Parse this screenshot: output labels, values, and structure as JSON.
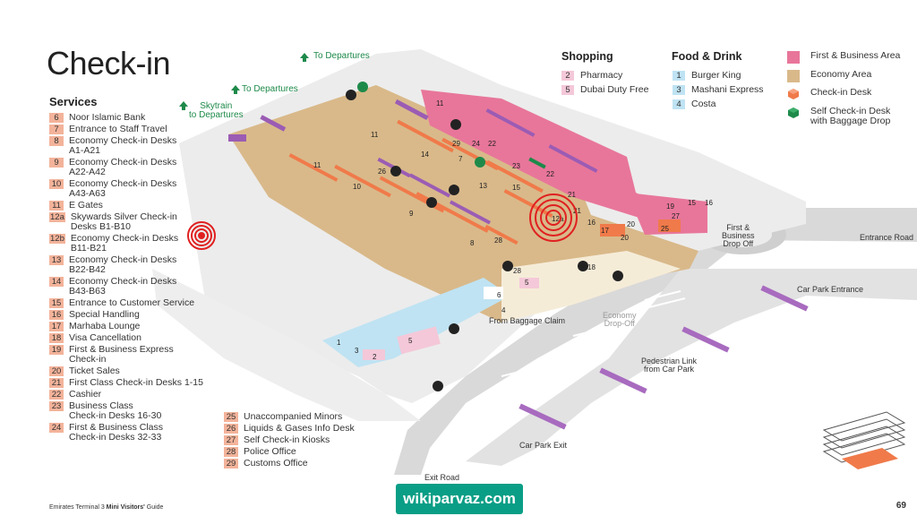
{
  "page_title": "Check-in",
  "services_heading": "Services",
  "services_col1": [
    {
      "num": "6",
      "label": "Noor Islamic Bank"
    },
    {
      "num": "7",
      "label": "Entrance to Staff Travel"
    },
    {
      "num": "8",
      "label": "Economy Check-in Desks\nA1-A21"
    },
    {
      "num": "9",
      "label": "Economy Check-in Desks\nA22-A42"
    },
    {
      "num": "10",
      "label": "Economy Check-in Desks\nA43-A63"
    },
    {
      "num": "11",
      "label": "E Gates"
    },
    {
      "num": "12a",
      "label": "Skywards Silver Check-in\nDesks B1-B10"
    },
    {
      "num": "12b",
      "label": "Economy Check-in Desks\nB11-B21"
    },
    {
      "num": "13",
      "label": "Economy Check-in Desks\nB22-B42"
    },
    {
      "num": "14",
      "label": "Economy Check-in Desks\nB43-B63"
    },
    {
      "num": "15",
      "label": "Entrance to Customer Service"
    },
    {
      "num": "16",
      "label": "Special Handling"
    },
    {
      "num": "17",
      "label": "Marhaba Lounge"
    },
    {
      "num": "18",
      "label": "Visa Cancellation"
    },
    {
      "num": "19",
      "label": "First & Business Express\nCheck-in"
    },
    {
      "num": "20",
      "label": "Ticket Sales"
    },
    {
      "num": "21",
      "label": "First Class Check-in Desks 1-15"
    },
    {
      "num": "22",
      "label": "Cashier"
    },
    {
      "num": "23",
      "label": "Business Class\nCheck-in Desks 16-30"
    },
    {
      "num": "24",
      "label": "First & Business Class\nCheck-in Desks 32-33"
    }
  ],
  "services_col2": [
    {
      "num": "25",
      "label": "Unaccompanied Minors"
    },
    {
      "num": "26",
      "label": "Liquids & Gases Info Desk"
    },
    {
      "num": "27",
      "label": "Self Check-in Kiosks"
    },
    {
      "num": "28",
      "label": "Police Office"
    },
    {
      "num": "29",
      "label": "Customs Office"
    }
  ],
  "shopping": {
    "heading": "Shopping",
    "items": [
      {
        "num": "2",
        "label": "Pharmacy"
      },
      {
        "num": "5",
        "label": "Dubai Duty Free"
      }
    ]
  },
  "food": {
    "heading": "Food & Drink",
    "items": [
      {
        "num": "1",
        "label": "Burger King"
      },
      {
        "num": "3",
        "label": "Mashani Express"
      },
      {
        "num": "4",
        "label": "Costa"
      }
    ]
  },
  "legend": [
    {
      "label": "First & Business Area",
      "color": "#e8769a",
      "icon": "square"
    },
    {
      "label": "Economy Area",
      "color": "#d9b98a",
      "icon": "square"
    },
    {
      "label": "Check-in Desk",
      "color": "#f07a4a",
      "icon": "cube"
    },
    {
      "label": "Self Check-in Desk\nwith Baggage Drop",
      "color": "#1e8a4a",
      "icon": "cube"
    }
  ],
  "map_labels": {
    "to_departures_top": "To Departures",
    "to_departures_left": "To Departures",
    "skytrain": "Skytrain\nto Departures",
    "first_business_dropoff": "First &\nBusiness\nDrop Off",
    "entrance_road": "Entrance Road",
    "car_park_entrance": "Car Park Entrance",
    "economy_dropoff": "Economy\nDrop-Off",
    "pedestrian_link": "Pedestrian Link\nfrom Car Park",
    "from_baggage_claim": "From Baggage Claim",
    "car_park_exit": "Car Park Exit",
    "exit_road": "Exit Road"
  },
  "map_numbers": [
    "29",
    "7",
    "24",
    "22",
    "23",
    "22",
    "14",
    "13",
    "15",
    "26",
    "11",
    "11",
    "10",
    "9",
    "8",
    "28",
    "21",
    "12a",
    "16",
    "17",
    "20",
    "20",
    "19",
    "15",
    "16",
    "27",
    "25",
    "6",
    "4",
    "5",
    "28",
    "18",
    "1",
    "2",
    "3",
    "5",
    "11",
    "21"
  ],
  "footer": {
    "prefix": "Emirates  Terminal 3 ",
    "bold": "Mini Visitors'",
    "suffix": " Guide",
    "page": "69"
  },
  "watermark": "wikiparvaz.com",
  "colors": {
    "economy": "#d9b98a",
    "first_business": "#e8769a",
    "checkin_desk": "#f07a4a",
    "self_checkin": "#1e8a4a",
    "shop": "#f4c8d8",
    "food": "#bfe3f3",
    "road": "#d6d6d6",
    "accent_green": "#1e8a4a",
    "target_red": "#e02020"
  }
}
